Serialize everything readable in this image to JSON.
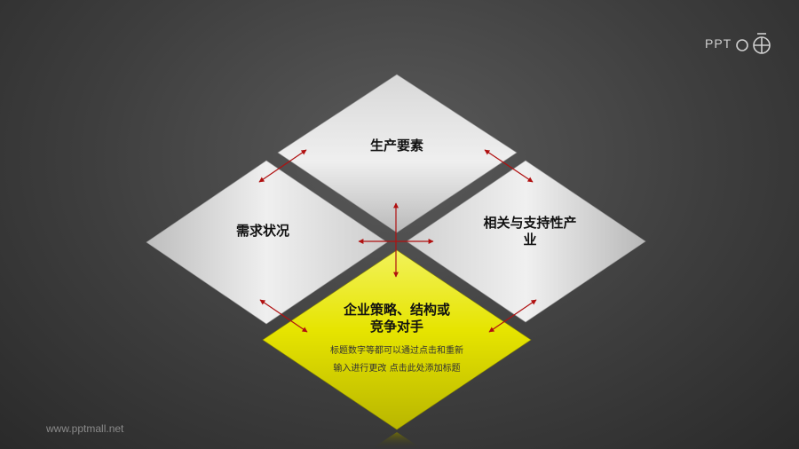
{
  "logo": {
    "text": "PPT",
    "icon": "ppt-logo-icon"
  },
  "diamonds": {
    "top": {
      "label": "生产要素"
    },
    "left": {
      "label": "需求状况"
    },
    "right": {
      "label": "相关与支持性产业"
    },
    "bottom": {
      "label": "企业策略、结构或竞争对手",
      "note_line1": "标题数字等都可以通过点击和重新",
      "note_line2": "输入进行更改 点击此处添加标题"
    }
  },
  "footer": {
    "text": "www.pptmall.net"
  },
  "colors": {
    "accent": "#e8e600",
    "arrow": "#b01010",
    "background": "#3e3e3e"
  }
}
